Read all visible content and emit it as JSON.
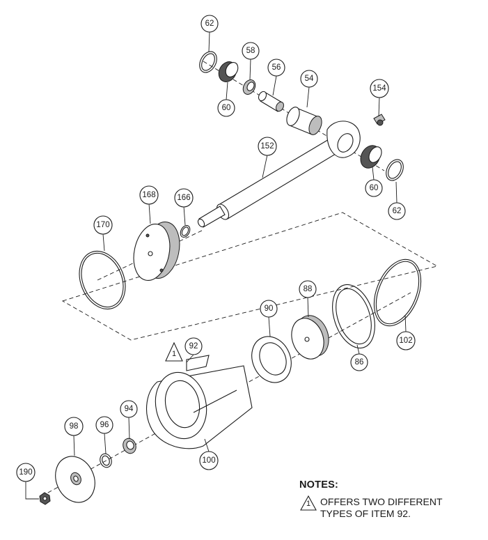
{
  "callouts": [
    {
      "id": "c62a",
      "label": "62"
    },
    {
      "id": "c58",
      "label": "58"
    },
    {
      "id": "c56",
      "label": "56"
    },
    {
      "id": "c54",
      "label": "54"
    },
    {
      "id": "c60a",
      "label": "60"
    },
    {
      "id": "c154",
      "label": "154"
    },
    {
      "id": "c152",
      "label": "152"
    },
    {
      "id": "c60b",
      "label": "60"
    },
    {
      "id": "c62b",
      "label": "62"
    },
    {
      "id": "c168",
      "label": "168"
    },
    {
      "id": "c166",
      "label": "166"
    },
    {
      "id": "c170",
      "label": "170"
    },
    {
      "id": "c88",
      "label": "88"
    },
    {
      "id": "c90",
      "label": "90"
    },
    {
      "id": "c102",
      "label": "102"
    },
    {
      "id": "c86",
      "label": "86"
    },
    {
      "id": "c92",
      "label": "92"
    },
    {
      "id": "c94",
      "label": "94"
    },
    {
      "id": "c96",
      "label": "96"
    },
    {
      "id": "c98",
      "label": "98"
    },
    {
      "id": "c100",
      "label": "100"
    },
    {
      "id": "c190",
      "label": "190"
    }
  ],
  "warning_marker": {
    "label": "1"
  },
  "notes": {
    "title": "NOTES:",
    "items": [
      {
        "marker": "1",
        "line1": "OFFERS TWO DIFFERENT",
        "line2": "TYPES OF ITEM 92."
      }
    ]
  }
}
